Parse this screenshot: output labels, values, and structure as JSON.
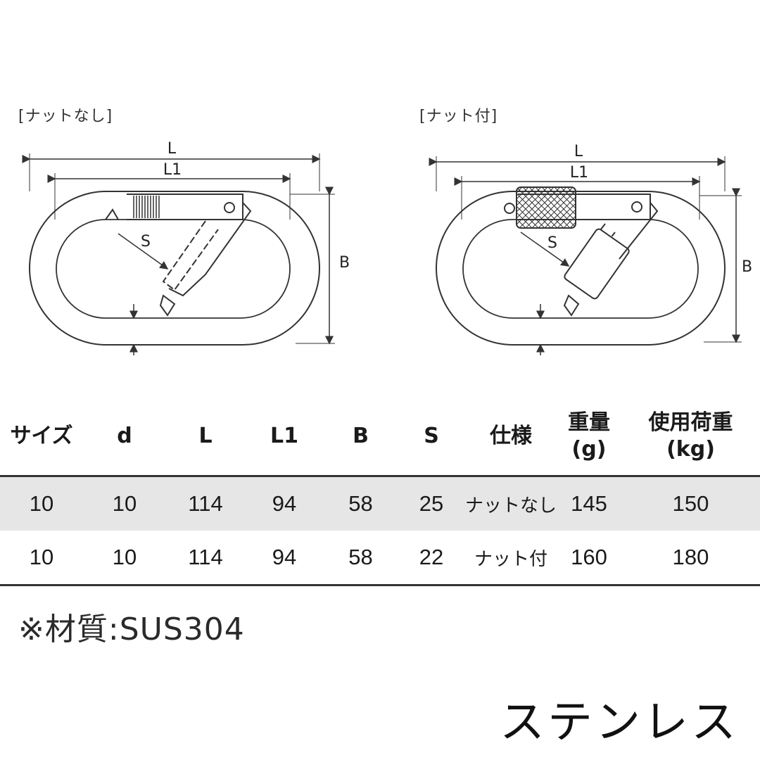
{
  "drawings": {
    "left": {
      "title": "[ナットなし]",
      "dim_L": "L",
      "dim_L1": "L1",
      "dim_B": "B",
      "dim_S": "S"
    },
    "right": {
      "title": "[ナット付]",
      "dim_L": "L",
      "dim_L1": "L1",
      "dim_B": "B",
      "dim_S": "S"
    }
  },
  "table": {
    "headers": {
      "size": "サイズ",
      "d": "d",
      "L": "L",
      "L1": "L1",
      "B": "B",
      "S": "S",
      "spec": "仕様",
      "weight_line1": "重量",
      "weight_line2": "(g)",
      "load_line1": "使用荷重",
      "load_line2": "(kg)"
    },
    "rows": [
      {
        "size": "10",
        "d": "10",
        "L": "114",
        "L1": "94",
        "B": "58",
        "S": "25",
        "spec": "ナットなし",
        "weight": "145",
        "load": "150"
      },
      {
        "size": "10",
        "d": "10",
        "L": "114",
        "L1": "94",
        "B": "58",
        "S": "22",
        "spec": "ナット付",
        "weight": "160",
        "load": "180"
      }
    ]
  },
  "material": "※材質:SUS304",
  "footer_label": "ステンレス"
}
